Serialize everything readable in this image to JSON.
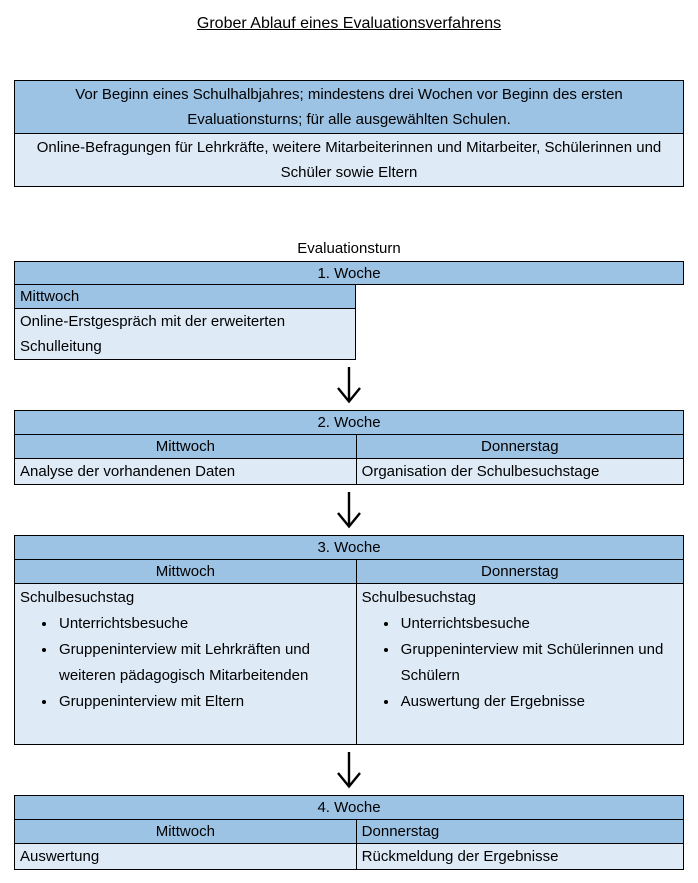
{
  "title": "Grober Ablauf eines Evaluationsverfahrens",
  "colors": {
    "header_blue": "#9CC2E4",
    "light_blue": "#DEEAF6",
    "border": "#000000",
    "text": "#000000"
  },
  "icons": {
    "flow_arrow": "down-arrow"
  },
  "intro_box": {
    "condition_text": "Vor Beginn eines Schulhalbjahres; mindestens drei Wochen vor Beginn des ersten Evaluationsturns; für alle ausgewählten Schulen.",
    "action_text": "Online-Befragungen für Lehrkräfte, weitere Mitarbeiterinnen und Mitarbeiter, Schülerinnen und Schüler sowie Eltern"
  },
  "flow_label": "Evaluationsturn",
  "weeks": [
    {
      "title": "1. Woche",
      "days": [
        {
          "name": "Mittwoch",
          "content": "Online-Erstgespräch mit der erweiterten Schulleitung"
        }
      ]
    },
    {
      "title": "2. Woche",
      "days": [
        {
          "name": "Mittwoch",
          "content": "Analyse der vorhandenen Daten"
        },
        {
          "name": "Donnerstag",
          "content": "Organisation der Schulbesuchstage"
        }
      ]
    },
    {
      "title": "3. Woche",
      "days": [
        {
          "name": "Mittwoch",
          "heading": "Schulbesuchstag",
          "bullets": [
            "Unterrichtsbesuche",
            "Gruppeninterview mit Lehrkräften und weiteren pädagogisch Mitarbeitenden",
            "Gruppeninterview mit Eltern"
          ]
        },
        {
          "name": "Donnerstag",
          "heading": "Schulbesuchstag",
          "bullets": [
            "Unterrichtsbesuche",
            "Gruppeninterview mit Schülerinnen und Schülern",
            "Auswertung der Ergebnisse"
          ]
        }
      ]
    },
    {
      "title": "4. Woche",
      "days": [
        {
          "name": "Mittwoch",
          "content": "Auswertung"
        },
        {
          "name": "Donnerstag",
          "content": "Rückmeldung der Ergebnisse"
        }
      ]
    }
  ]
}
